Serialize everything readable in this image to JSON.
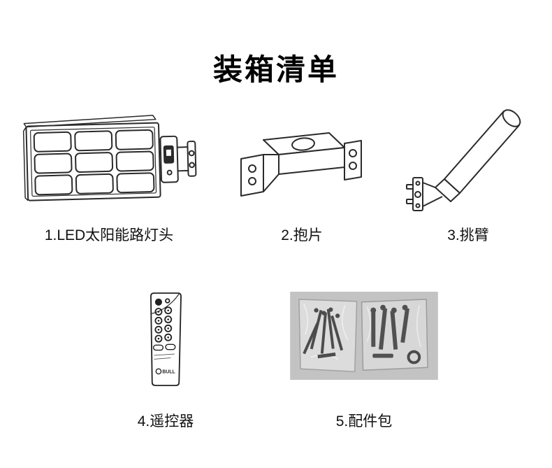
{
  "page": {
    "title": "装箱清单"
  },
  "items": [
    {
      "label": "1.LED太阳能路灯头"
    },
    {
      "label": "2.抱片"
    },
    {
      "label": "3.挑臂"
    },
    {
      "label": "4.遥控器"
    },
    {
      "label": "5.配件包"
    }
  ],
  "remote": {
    "brand": "BULL"
  },
  "colors": {
    "line": "#2a2a2a",
    "text": "#111111",
    "photo_bg": "#c3c3c3"
  }
}
